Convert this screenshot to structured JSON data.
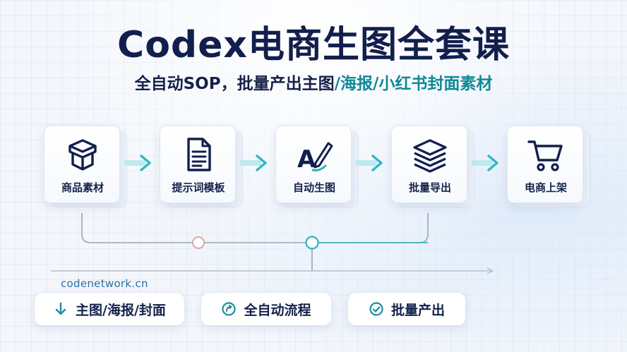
{
  "title": "Codex电商生图全套课",
  "subtitle": {
    "main": "全自动SOP，批量产出主图",
    "highlight": "/海报/小红书封面素材"
  },
  "steps": [
    {
      "label": "商品素材",
      "icon": "box-icon"
    },
    {
      "label": "提示词模板",
      "icon": "document-icon"
    },
    {
      "label": "自动生图",
      "icon": "ai-pen-icon"
    },
    {
      "label": "批量导出",
      "icon": "layers-icon"
    },
    {
      "label": "电商上架",
      "icon": "shopping-cart-icon"
    }
  ],
  "url": "codenetwork.cn",
  "features": [
    {
      "label": "主图/海报/封面",
      "icon": "arrow-down-icon"
    },
    {
      "label": "全自动流程",
      "icon": "loop-icon"
    },
    {
      "label": "批量产出",
      "icon": "check-circle-icon"
    }
  ],
  "colors": {
    "title": "#121f4d",
    "accent": "#0f8a95",
    "arrow": "#2fb7c4"
  }
}
